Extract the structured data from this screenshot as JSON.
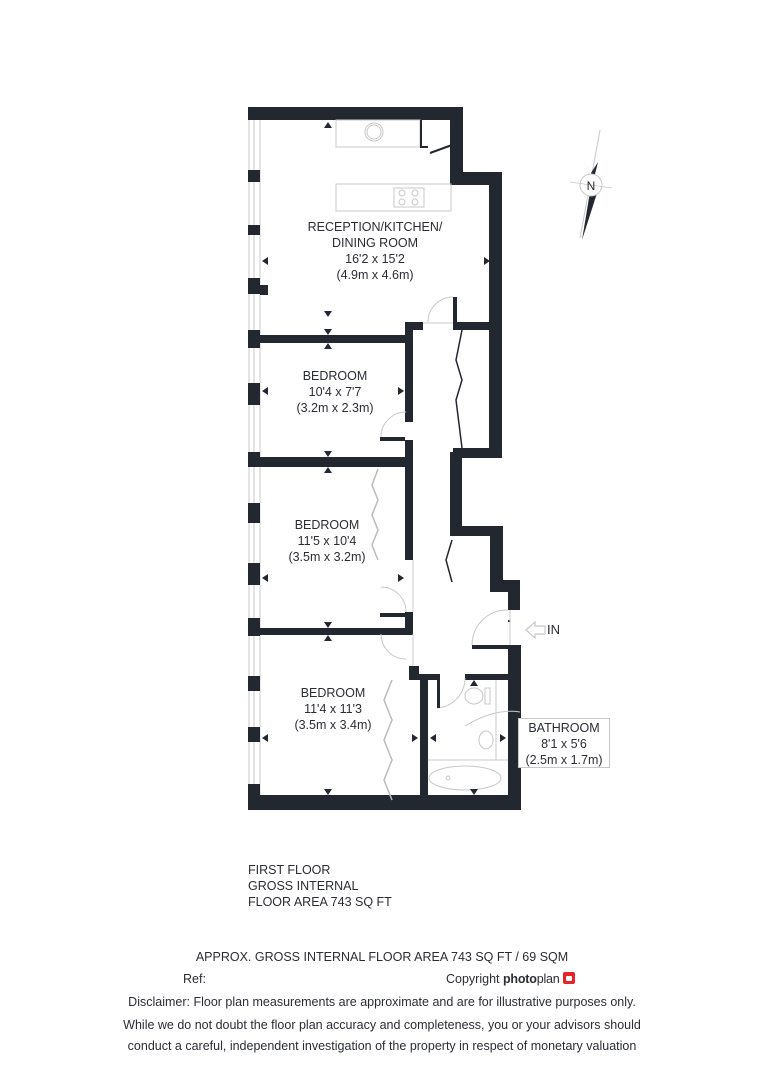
{
  "colors": {
    "wall": "#232830",
    "fixture": "#c8c8c8",
    "text": "#2a2d33",
    "brand_red": "#e8212b"
  },
  "compass": {
    "label": "N",
    "icon": "north-arrow-icon"
  },
  "rooms": {
    "reception": {
      "name_line1": "RECEPTION/KITCHEN/",
      "name_line2": "DINING ROOM",
      "imperial": "16'2 x 15'2",
      "metric": "(4.9m x 4.6m)"
    },
    "bedroom1": {
      "name": "BEDROOM",
      "imperial": "10'4 x 7'7",
      "metric": "(3.2m x 2.3m)"
    },
    "bedroom2": {
      "name": "BEDROOM",
      "imperial": "11'5 x 10'4",
      "metric": "(3.5m x 3.2m)"
    },
    "bedroom3": {
      "name": "BEDROOM",
      "imperial": "11'4 x 11'3",
      "metric": "(3.5m x 3.4m)"
    },
    "bathroom": {
      "name": "BATHROOM",
      "imperial": "8'1 x 5'6",
      "metric": "(2.5m x 1.7m)"
    }
  },
  "entrance": {
    "label": "IN",
    "icon": "entrance-arrow-icon"
  },
  "floor_info": {
    "line1": "FIRST FLOOR",
    "line2": "GROSS INTERNAL",
    "line3": "FLOOR AREA 743 SQ FT"
  },
  "footer": {
    "area": "APPROX. GROSS INTERNAL FLOOR AREA 743 SQ FT / 69 SQM",
    "ref": "Ref:",
    "copyright": "Copyright",
    "brand_bold": "photo",
    "brand_light": "plan",
    "disclaimer1": "Disclaimer: Floor plan measurements are approximate and are for illustrative purposes only.",
    "disclaimer2": "While we do not doubt the floor plan accuracy and completeness, you or your advisors should",
    "disclaimer3": "conduct a careful, independent investigation of the property in respect of monetary valuation"
  }
}
